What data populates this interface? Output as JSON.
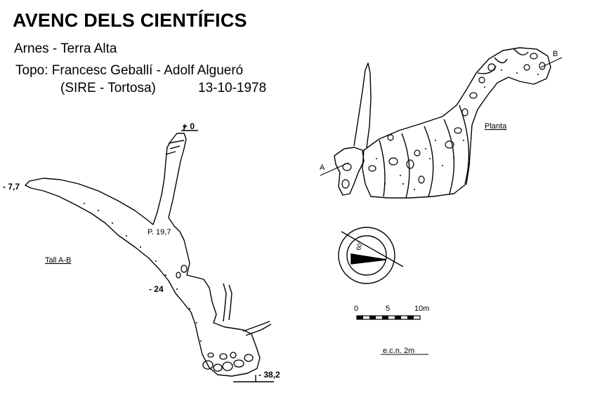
{
  "header": {
    "title": "AVENC DELS CIENTÍFICS",
    "location": "Arnes - Terra Alta",
    "topo": "Topo: Francesc Geballí - Adolf Algueró",
    "group": "(SIRE - Tortosa)",
    "date": "13-10-1978"
  },
  "section": {
    "label": "Tall A-B",
    "depth_top": "+ 0",
    "depth_left": "- 7,7",
    "depth_mid": "- 24",
    "depth_bottom": "- 38,2",
    "pitch": "P. 19,7"
  },
  "plan": {
    "label": "Planta",
    "point_a": "A",
    "point_b": "B"
  },
  "scale": {
    "tick_0": "0",
    "tick_5": "5",
    "tick_10": "10m",
    "note": "e.c.n. 2m"
  },
  "compass": {
    "label": "60°"
  }
}
